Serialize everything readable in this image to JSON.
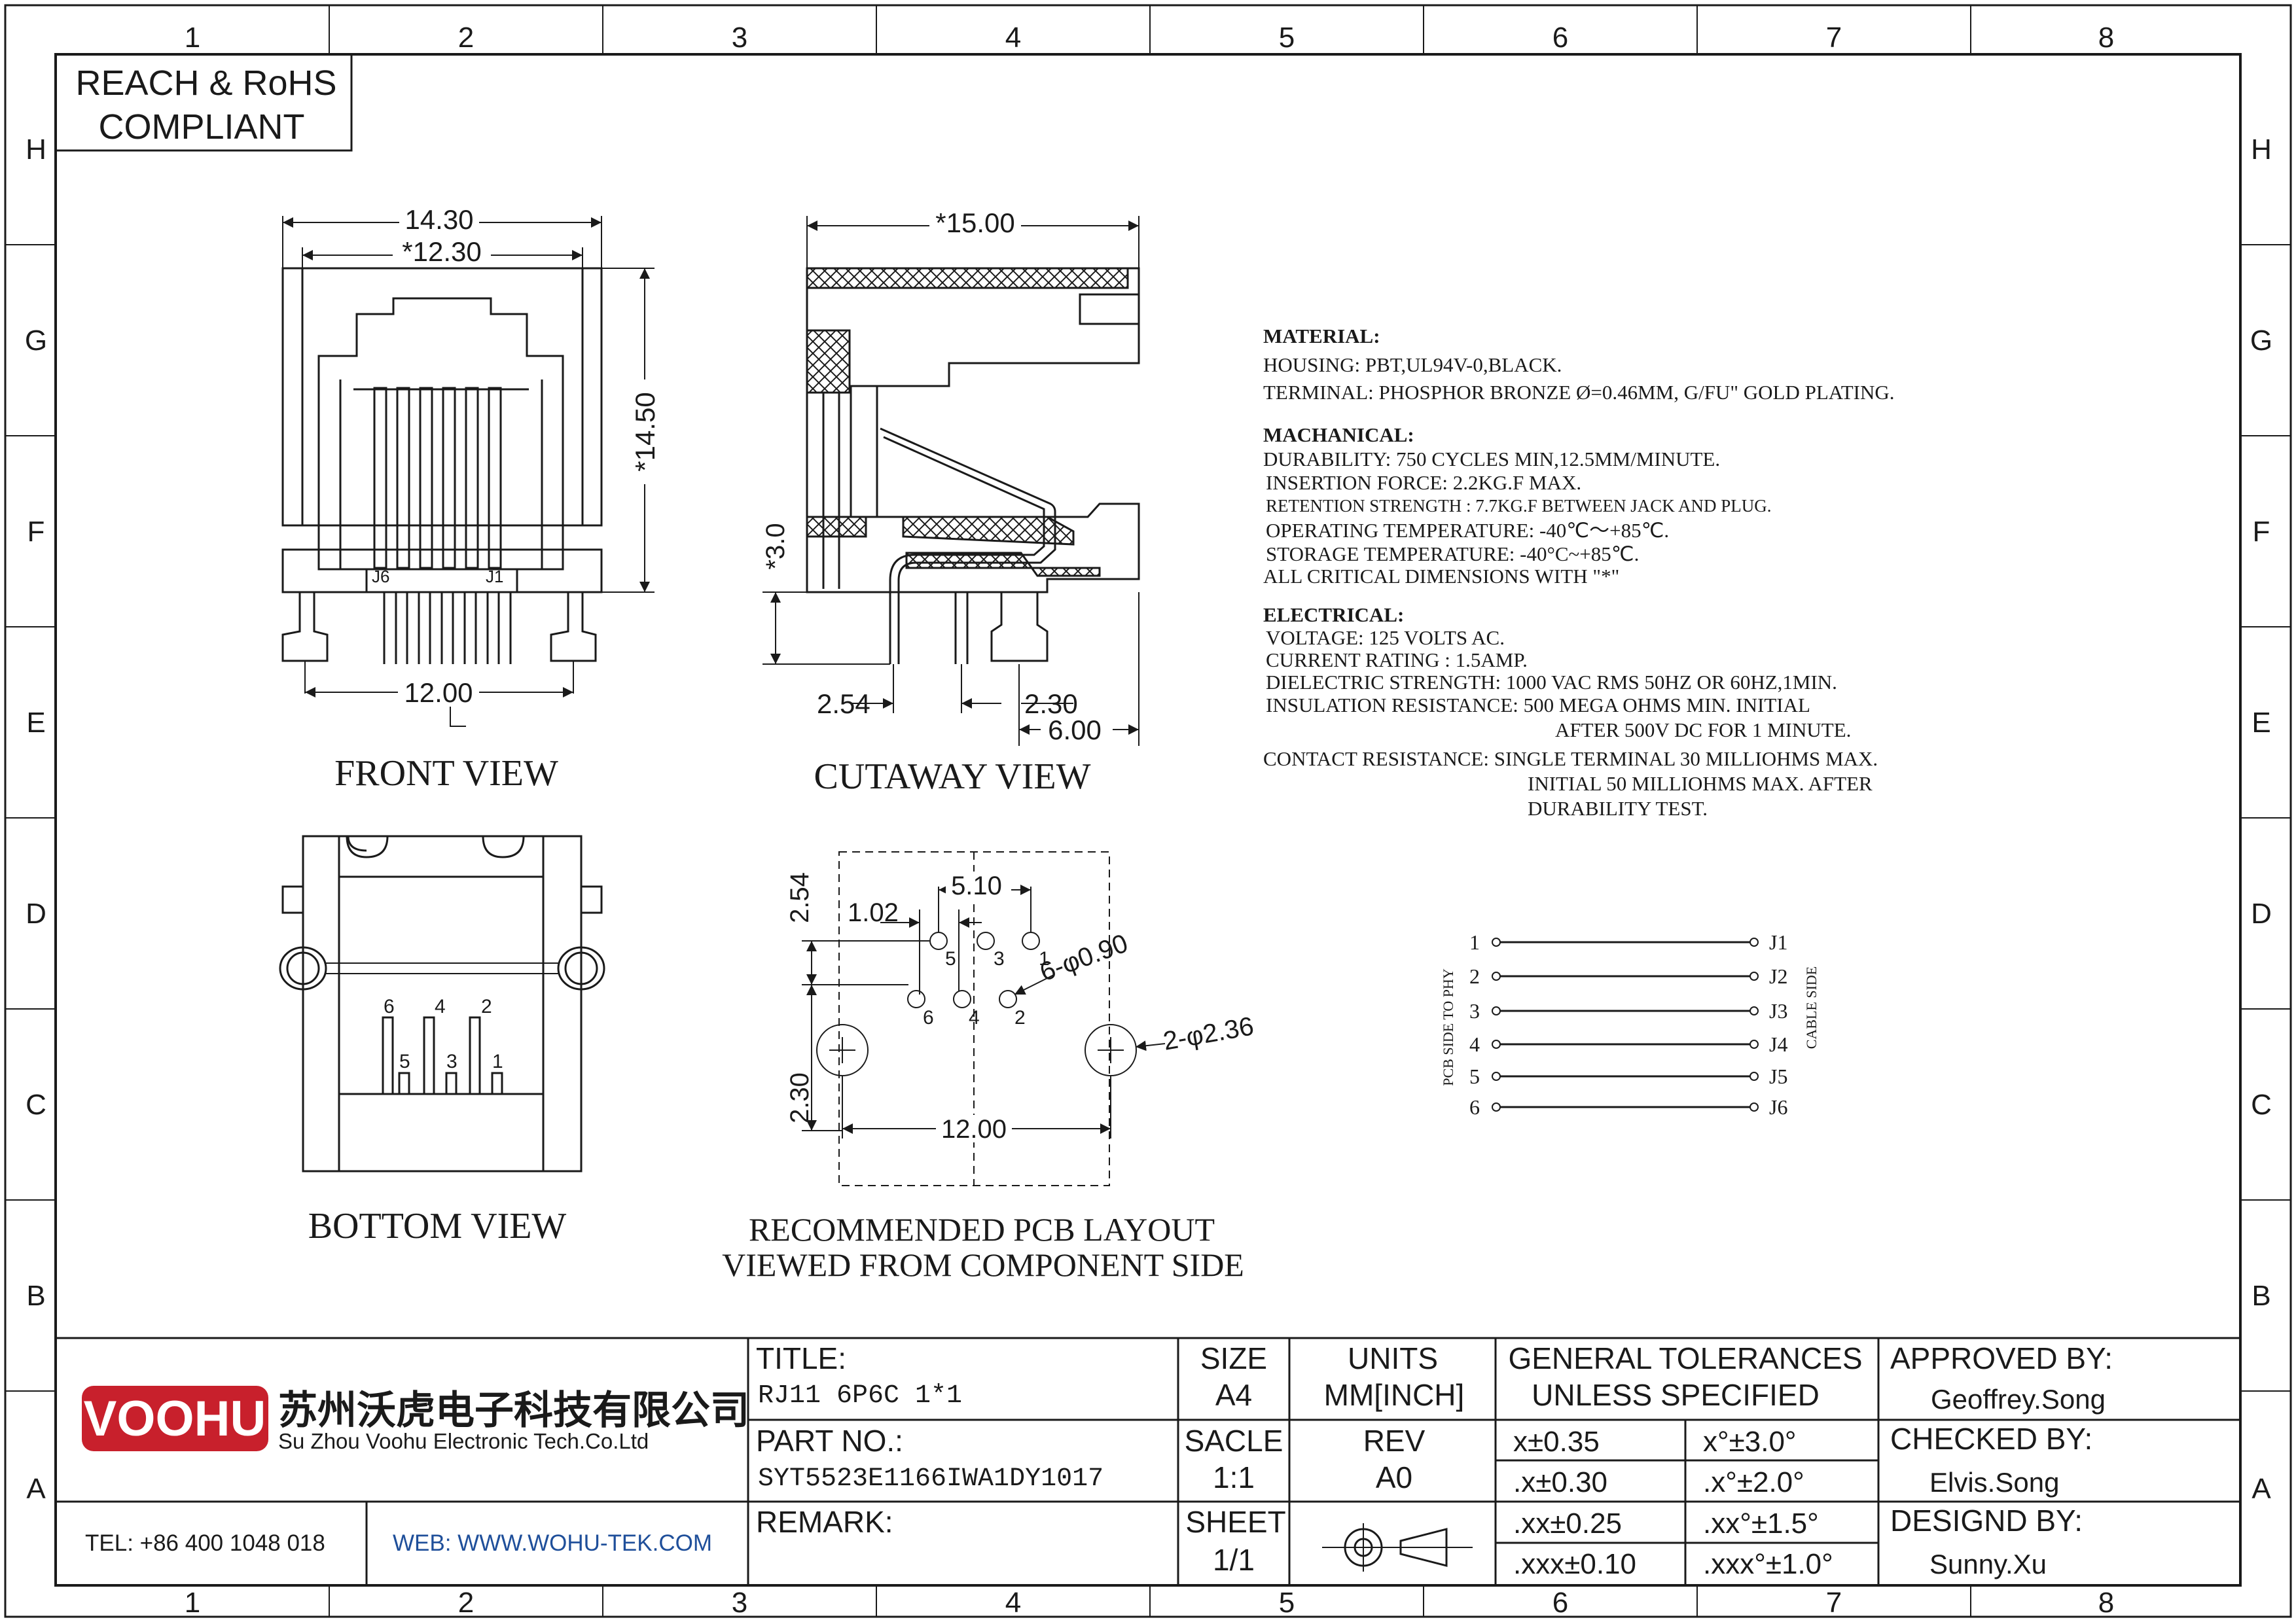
{
  "border": {
    "columns": [
      "1",
      "2",
      "3",
      "4",
      "5",
      "6",
      "7",
      "8"
    ],
    "rows": [
      "H",
      "G",
      "F",
      "E",
      "D",
      "C",
      "B",
      "A"
    ]
  },
  "compliance": [
    "REACH & RoHS",
    "COMPLIANT"
  ],
  "views": {
    "front": "FRONT VIEW",
    "cutaway": "CUTAWAY VIEW",
    "bottom": "BOTTOM VIEW",
    "pcb": [
      "RECOMMENDED PCB LAYOUT",
      "VIEWED FROM COMPONENT SIDE"
    ]
  },
  "dims": {
    "front": [
      "14.30",
      "*12.30",
      "*14.50",
      "12.00",
      "J6",
      "J1"
    ],
    "cutaway": [
      "*15.00",
      "*3.0",
      "2.54",
      "2.30",
      "6.00"
    ],
    "pcb": [
      "2.54",
      "1.02",
      "5.10",
      "6-φ0.90",
      "2-φ2.36",
      "2.30",
      "12.00"
    ],
    "pcb_pins": [
      "5",
      "3",
      "1",
      "6",
      "4",
      "2"
    ],
    "bottom_pins": [
      "6",
      "4",
      "2",
      "5",
      "3",
      "1"
    ]
  },
  "specs": [
    "MATERIAL:",
    "HOUSING: PBT,UL94V-0,BLACK.",
    "TERMINAL: PHOSPHOR BRONZE Ø=0.46MM, G/FU\" GOLD PLATING.",
    "MACHANICAL:",
    "DURABILITY: 750 CYCLES MIN,12.5MM/MINUTE.",
    "INSERTION FORCE: 2.2KG.F MAX.",
    "RETENTION STRENGTH : 7.7KG.F BETWEEN JACK AND PLUG.",
    "OPERATING TEMPERATURE: -40℃～+85℃.",
    "STORAGE TEMPERATURE: -40°C~+85℃.",
    "ALL CRITICAL DIMENSIONS WITH \"*\"",
    "ELECTRICAL:",
    "VOLTAGE: 125 VOLTS AC.",
    "CURRENT RATING : 1.5AMP.",
    "DIELECTRIC STRENGTH: 1000 VAC RMS 50HZ OR 60HZ,1MIN.",
    "INSULATION RESISTANCE: 500 MEGA OHMS MIN. INITIAL",
    "AFTER 500V DC FOR 1 MINUTE.",
    "CONTACT RESISTANCE: SINGLE TERMINAL 30 MILLIOHMS MAX.",
    "INITIAL 50 MILLIOHMS MAX. AFTER",
    "DURABILITY TEST."
  ],
  "wiring": {
    "left": [
      "1",
      "2",
      "3",
      "4",
      "5",
      "6"
    ],
    "right": [
      "J1",
      "J2",
      "J3",
      "J4",
      "J5",
      "J6"
    ],
    "left_label": "PCB SIDE TO PHY",
    "right_label": "CABLE SIDE"
  },
  "title_block": {
    "logo": "VOOHU",
    "company_cn": "苏州沃虎电子科技有限公司",
    "company_en": "Su Zhou Voohu Electronic Tech.Co.Ltd",
    "tel": "TEL: +86 400 1048 018",
    "web": "WEB: WWW.WOHU-TEK.COM",
    "title_label": "TITLE:",
    "title_value": "RJ11 6P6C 1*1",
    "partno_label": "PART NO.:",
    "partno_value": "SYT5523E1166IWA1DY1017",
    "remark_label": "REMARK:",
    "size_label": "SIZE",
    "size_value": "A4",
    "units_label": "UNITS",
    "units_value": "MM[INCH]",
    "scale_label": "SACLE",
    "scale_value": "1:1",
    "rev_label": "REV",
    "rev_value": "A0",
    "sheet_label": "SHEET",
    "sheet_value": "1/1",
    "tol_title": [
      "GENERAL TOLERANCES",
      "UNLESS SPECIFIED"
    ],
    "tol": [
      "x±0.35",
      "x°±3.0°",
      ".x±0.30",
      ".x°±2.0°",
      ".xx±0.25",
      ".xx°±1.5°",
      ".xxx±0.10",
      ".xxx°±1.0°"
    ],
    "approved_label": "APPROVED BY:",
    "approved_value": "Geoffrey.Song",
    "checked_label": "CHECKED BY:",
    "checked_value": "Elvis.Song",
    "design_label": "DESIGND BY:",
    "design_value": "Sunny.Xu"
  },
  "colors": {
    "line": "#1a1a1a",
    "logo_red": "#c8202c",
    "web_blue": "#1f4f9a"
  }
}
